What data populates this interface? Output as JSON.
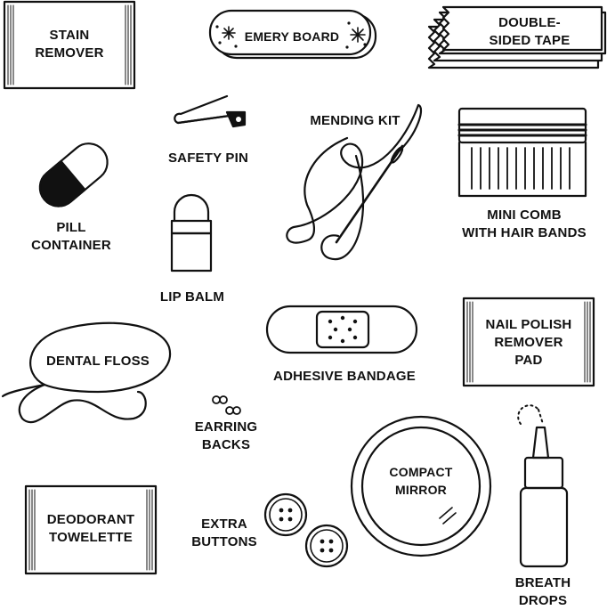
{
  "colors": {
    "ink": "#111111",
    "paper": "#ffffff"
  },
  "items": {
    "stain_remover": [
      "STAIN",
      "REMOVER"
    ],
    "emery_board": "EMERY BOARD",
    "double_sided_tape": [
      "DOUBLE-",
      "SIDED TAPE"
    ],
    "safety_pin": "SAFETY PIN",
    "mending_kit": "MENDING KIT",
    "mini_comb": [
      "MINI COMB",
      "WITH HAIR BANDS"
    ],
    "pill_container": [
      "PILL",
      "CONTAINER"
    ],
    "lip_balm": "LIP BALM",
    "adhesive_bandage": "ADHESIVE BANDAGE",
    "nail_polish_remover": [
      "NAIL POLISH",
      "REMOVER",
      "PAD"
    ],
    "dental_floss": "DENTAL FLOSS",
    "earring_backs": [
      "EARRING",
      "BACKS"
    ],
    "compact_mirror": [
      "COMPACT",
      "MIRROR"
    ],
    "deodorant_towelette": [
      "DEODORANT",
      "TOWELETTE"
    ],
    "extra_buttons": [
      "EXTRA",
      "BUTTONS"
    ],
    "breath_drops": [
      "BREATH",
      "DROPS"
    ]
  }
}
